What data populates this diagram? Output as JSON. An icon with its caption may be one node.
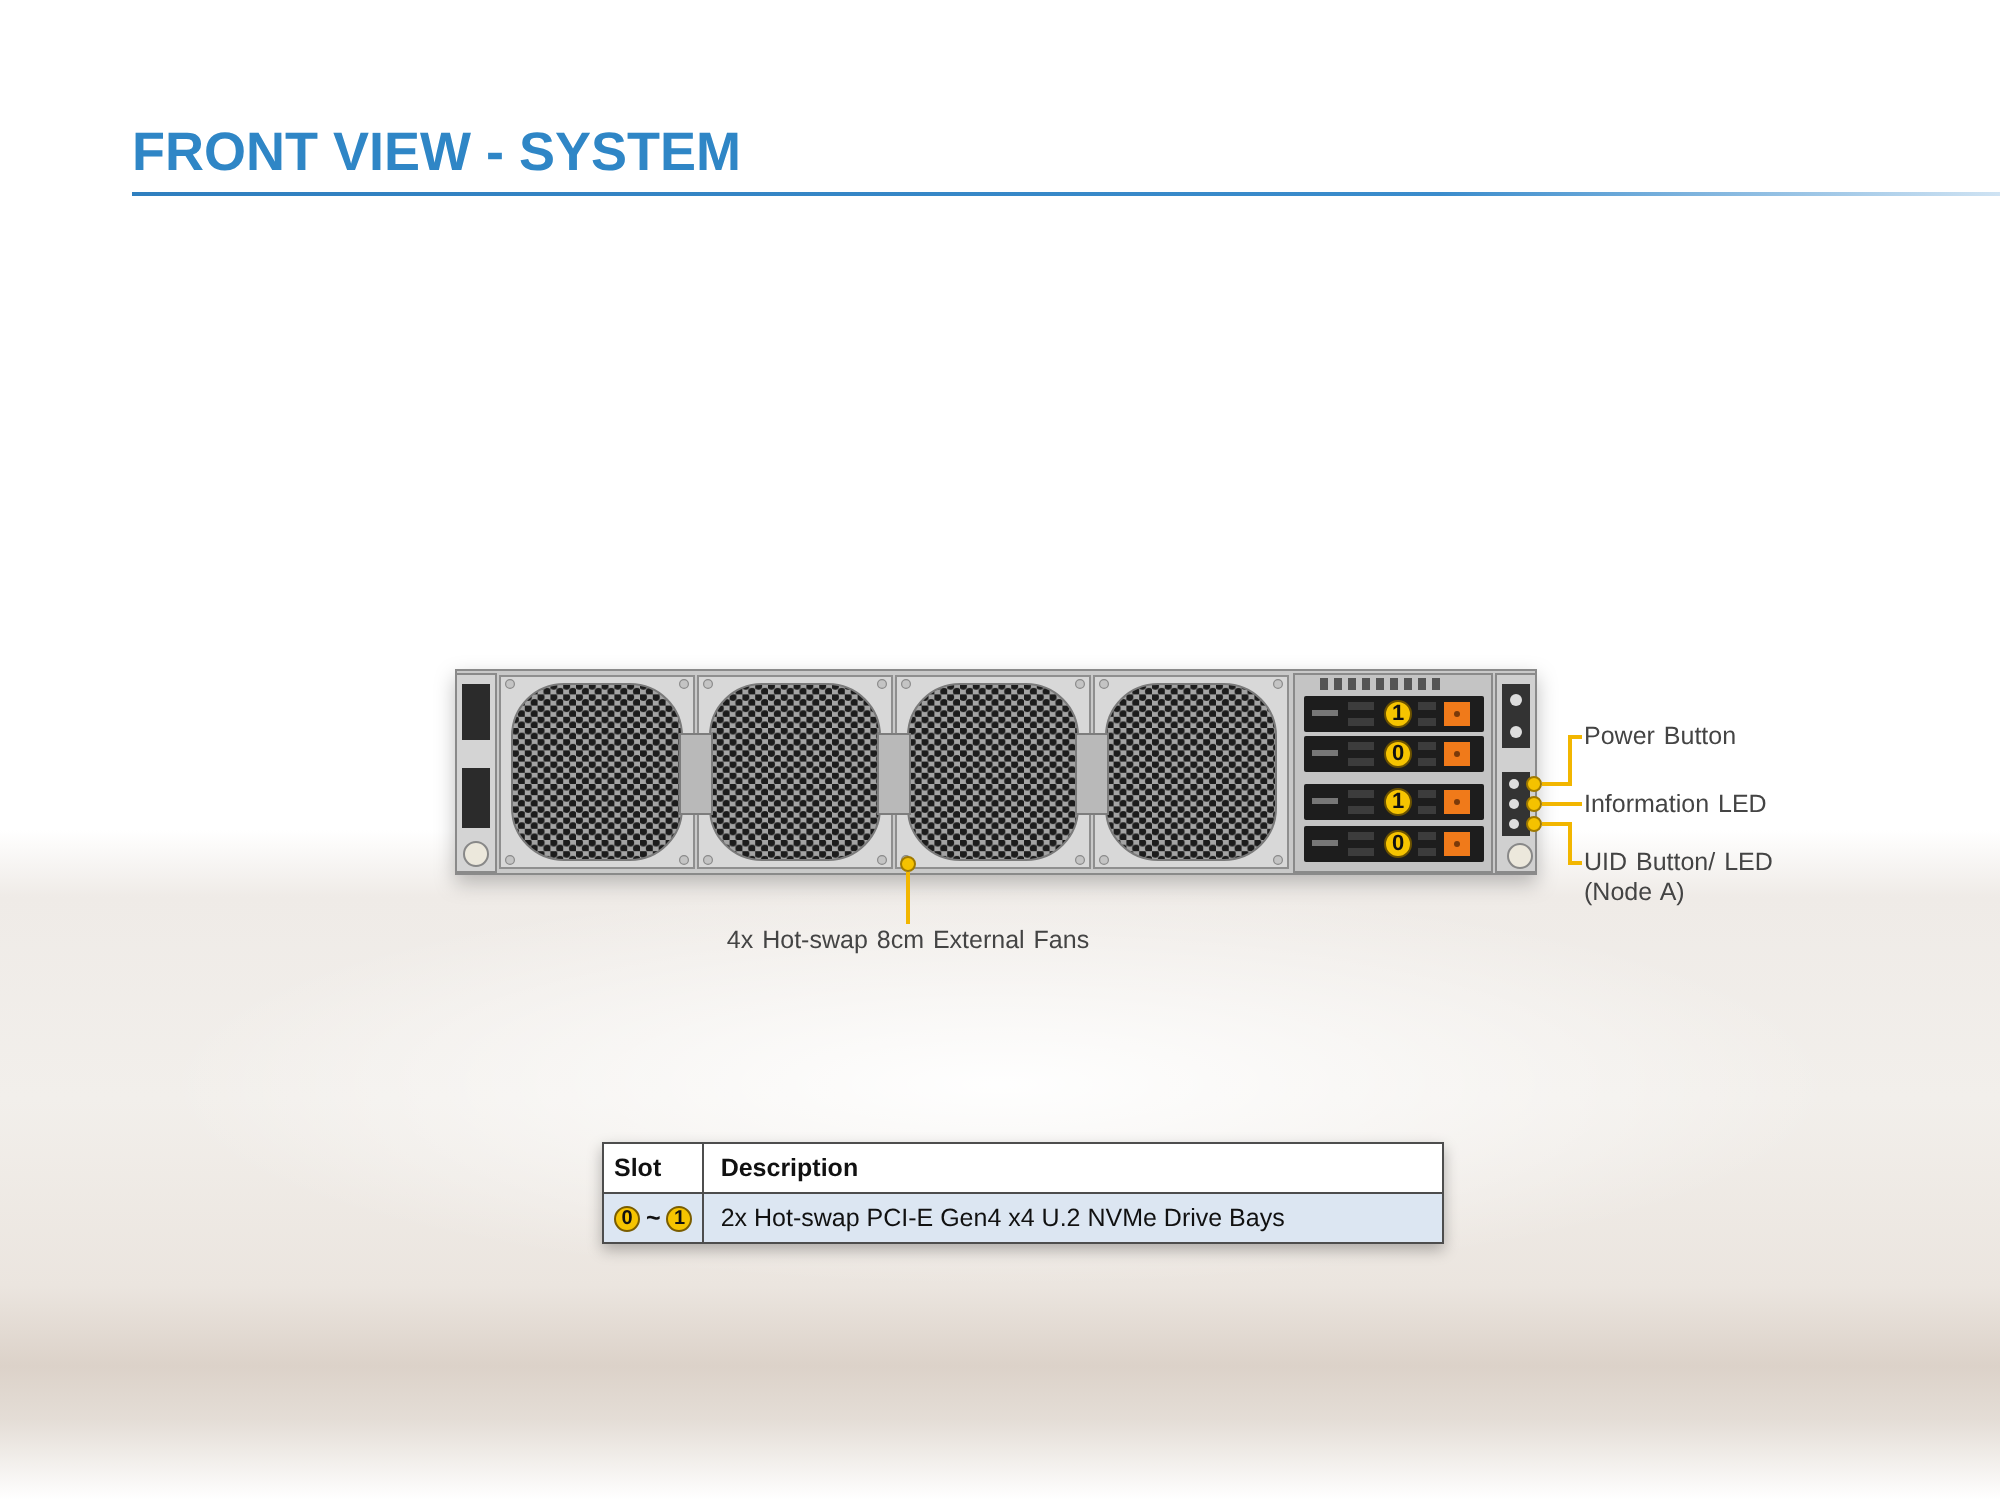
{
  "diagram": {
    "title": "FRONT VIEW - SYSTEM",
    "nodes": [
      {
        "text": [
          "Power Button"
        ]
      },
      {
        "text": [
          "Information LED"
        ]
      },
      {
        "text": [
          "UID Button/ LED (Node A)"
        ]
      },
      {
        "text": [
          "4x Hot-swap 8cm External Fans"
        ]
      },
      {
        "text": [],
        "shape": "circle"
      },
      {
        "text": [],
        "shape": "circle"
      },
      {
        "text": [],
        "shape": "circle"
      },
      {
        "text": [],
        "shape": "circle"
      }
    ],
    "edges": [
      {
        "from": 0,
        "to": 4,
        "arrow": "none"
      },
      {
        "from": 1,
        "to": 5,
        "arrow": "none"
      },
      {
        "from": 2,
        "to": 6,
        "arrow": "none"
      },
      {
        "from": 3,
        "to": 7,
        "arrow": "none"
      }
    ],
    "labels": [
      "1",
      "0",
      "1",
      "0",
      "Slot",
      "Description",
      "0",
      "~",
      "1",
      "2x Hot-swap PCI-E Gen4 x4 U.2 NVMe Drive Bays"
    ]
  }
}
